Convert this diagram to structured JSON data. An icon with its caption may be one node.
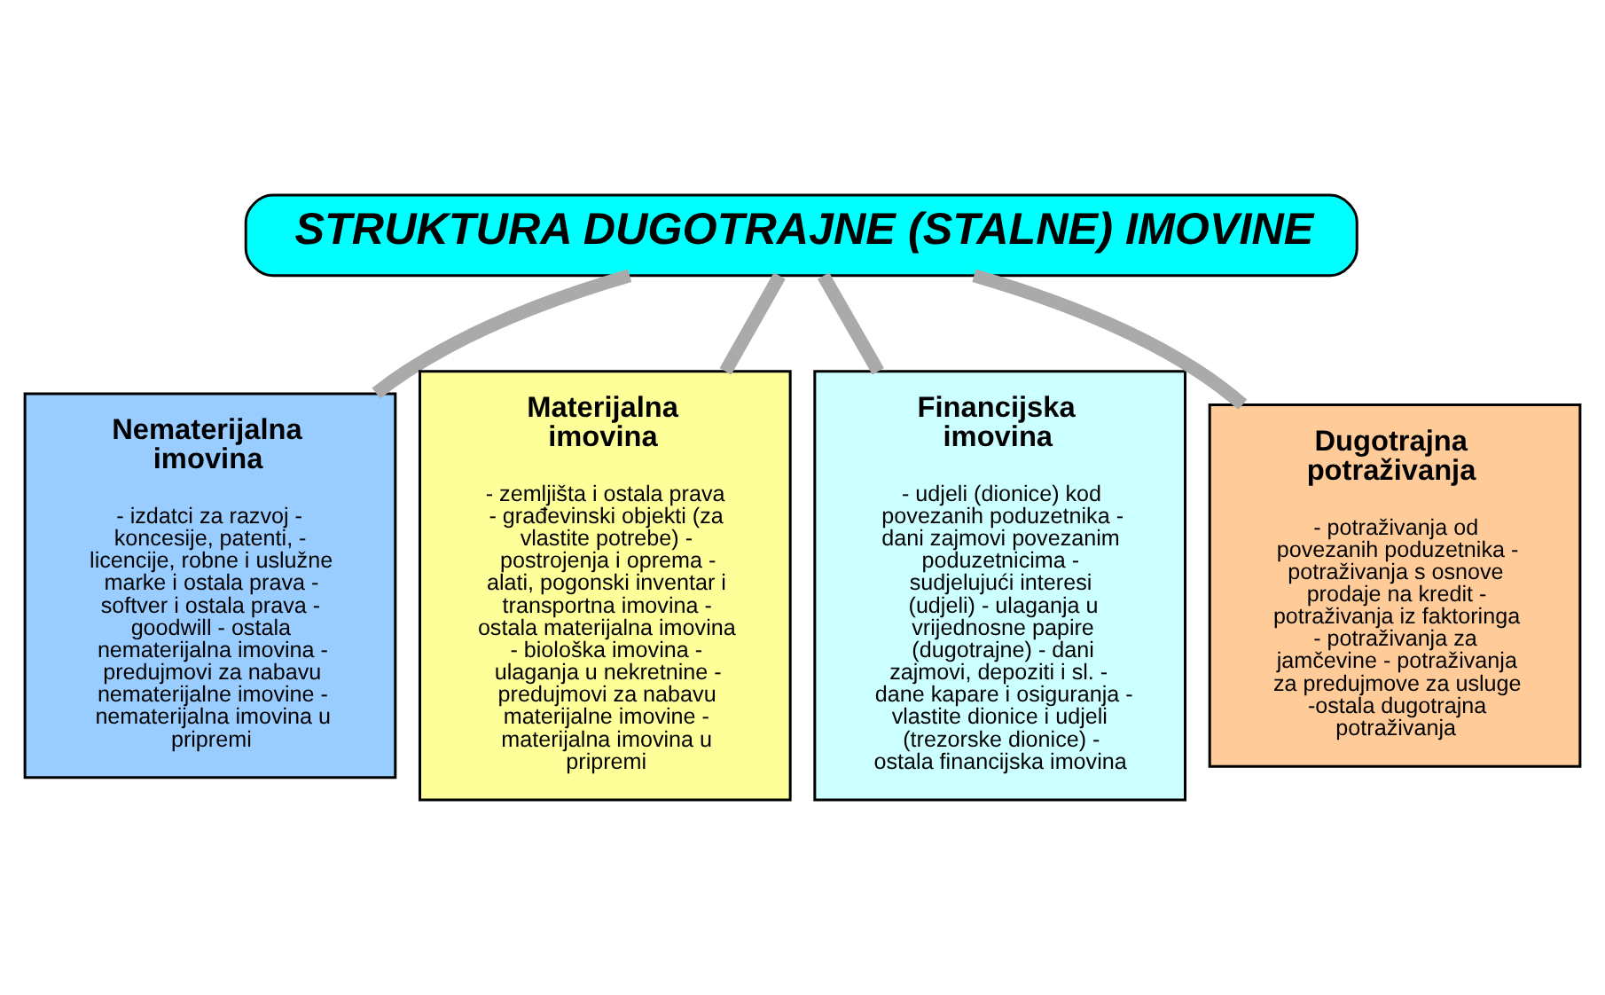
{
  "diagram": {
    "nodes": [
      {
        "text": [
          "STRUKTURA DUGOTRAJNE (STALNE) IMOVINE"
        ]
      },
      {
        "text": [
          "Nematerijalna imovina",
          "- izdatci za razvoj - koncesije, patenti, - licencije, robne i uslužne marke i ostala prava - softver i ostala prava - goodwill - ostala nematerijalna imovina - predujmovi za nabavu nematerijalne imovine - nematerijalna imovina u pripremi"
        ]
      },
      {
        "text": [
          "Materijalna imovina",
          "- zemljišta i ostala prava - građevinski objekti (za vlastite potrebe) - postrojenja i oprema - alati, pogonski inventar i transportna imovina - ostala materijalna imovina - biološka imovina - ulaganja u nekretnine - predujmovi za nabavu materijalne imovine - materijalna imovina u pripremi"
        ]
      },
      {
        "text": [
          "Financijska imovina",
          "- udjeli (dionice) kod povezanih poduzetnika - dani zajmovi povezanim poduzetnicima - sudjelujući interesi (udjeli) - ulaganja u vrijednosne papire (dugotrajne) - dani zajmovi, depoziti i sl. - dane kapare i osiguranja - vlastite dionice i udjeli (trezorske dionice) - ostala financijska imovina"
        ]
      },
      {
        "text": [
          "Dugotrajna potraživanja",
          "- potraživanja od povezanih poduzetnika - potraživanja s osnove prodaje na kredit - potraživanja iz faktoringa - potraživanja za jamčevine - potraživanja za predujmove za usluge -ostala dugotrajna potraživanja"
        ]
      }
    ],
    "edges": [
      {
        "from": 0,
        "to": 1,
        "arrow": "none"
      },
      {
        "from": 0,
        "to": 2,
        "arrow": "none"
      },
      {
        "from": 0,
        "to": 3,
        "arrow": "none"
      },
      {
        "from": 0,
        "to": 4,
        "arrow": "none"
      }
    ]
  }
}
